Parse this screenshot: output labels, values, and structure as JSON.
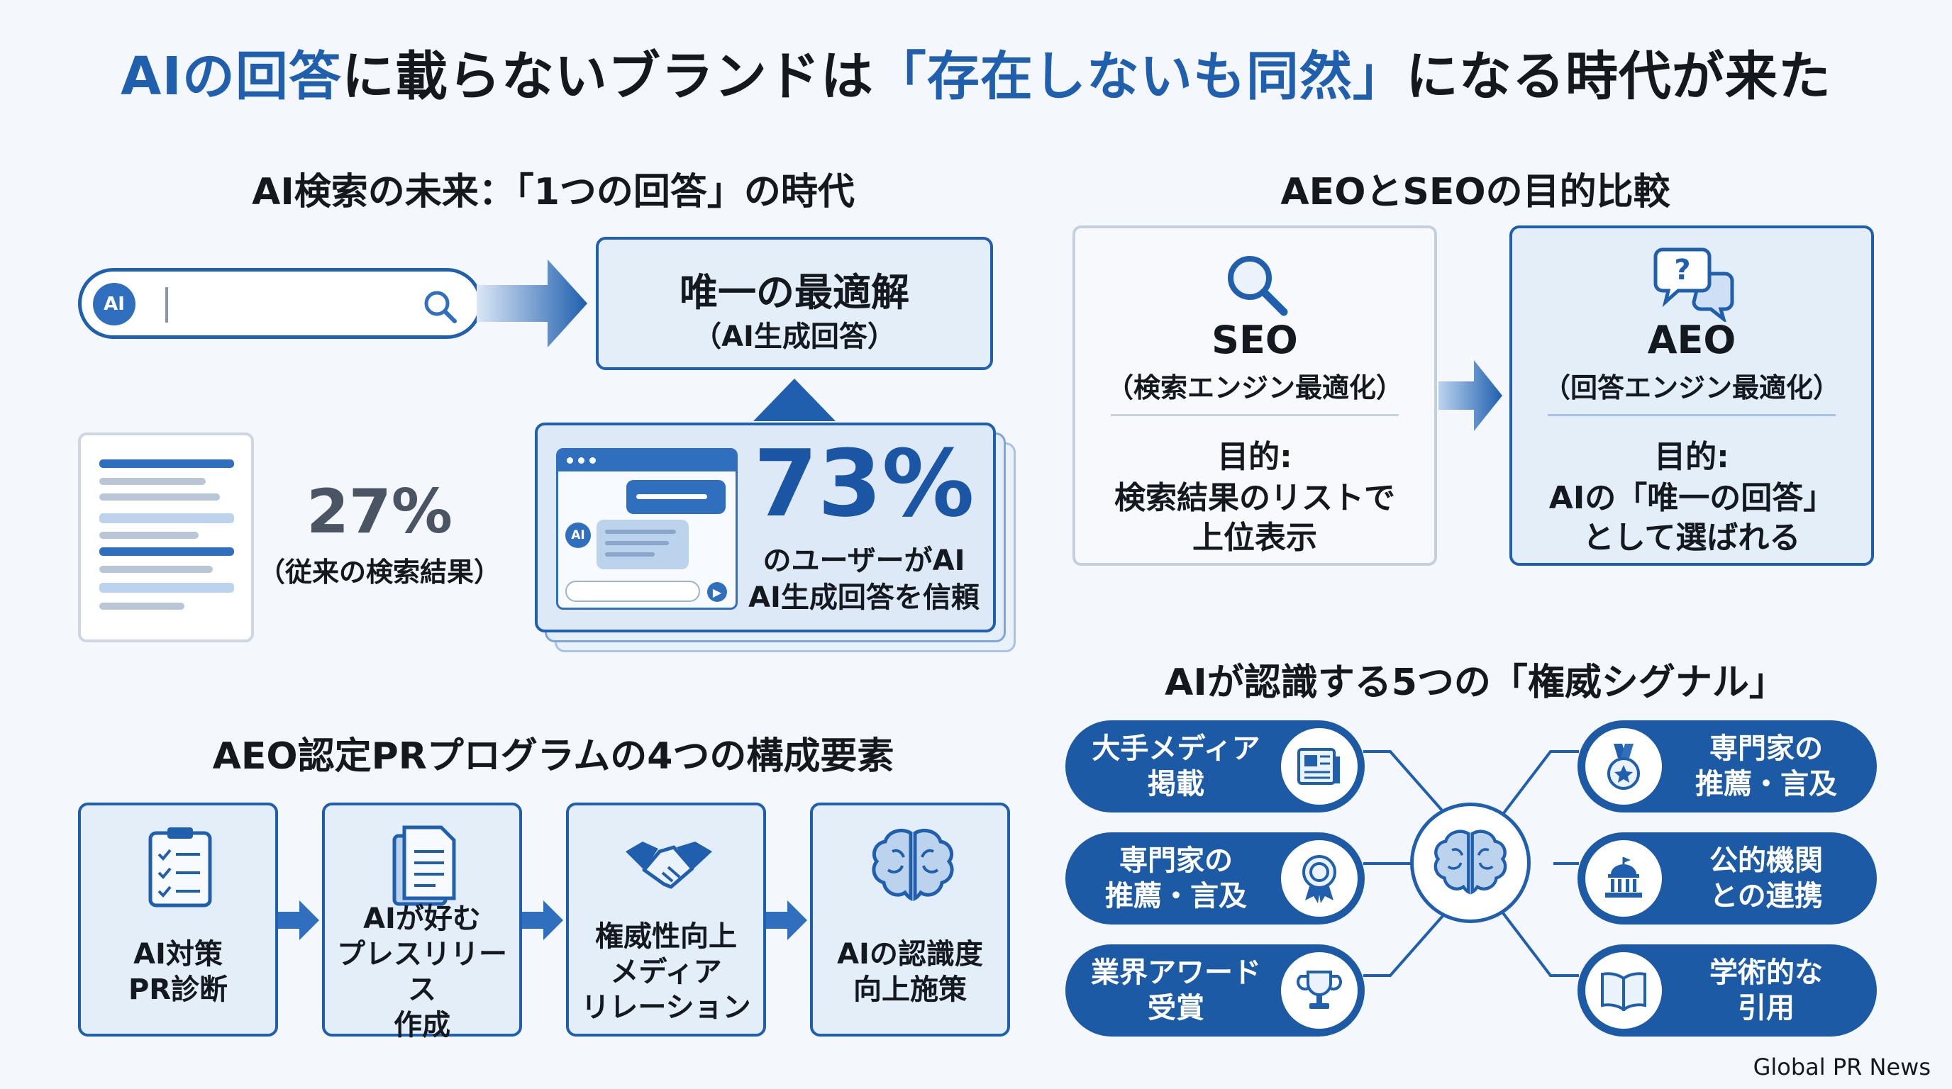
{
  "title": {
    "part1": "AIの回答",
    "part2": "に載らないブランドは",
    "part3": "「存在しないも同然」",
    "part4": "になる時代が来た"
  },
  "future": {
    "heading": "AI検索の未来：「1つの回答」の時代",
    "search_ai_badge": "AI",
    "best_answer_title": "唯一の最適解",
    "best_answer_sub": "（AI生成回答）",
    "traditional_percent": "27%",
    "traditional_label": "（従来の検索結果）",
    "chat_ai_badge": "AI",
    "trust_percent": "73%",
    "trust_line1": "のユーザーがAI",
    "trust_line2": "AI生成回答を信頼"
  },
  "chart_data": {
    "type": "table",
    "title": "AI検索の未来：「1つの回答」の時代",
    "categories": [
      "（従来の検索結果）",
      "AI生成回答を信頼"
    ],
    "values": [
      27,
      73
    ],
    "unit": "%"
  },
  "compare": {
    "heading": "AEOとSEOの目的比較",
    "seo_title": "SEO",
    "seo_sub": "（検索エンジン最適化）",
    "seo_purpose_label": "目的:",
    "seo_purpose_line1": "検索結果のリストで",
    "seo_purpose_line2": "上位表示",
    "aeo_title": "AEO",
    "aeo_sub": "（回答エンジン最適化）",
    "aeo_purpose_label": "目的:",
    "aeo_purpose_line1": "AIの「唯一の回答」",
    "aeo_purpose_line2": "として選ばれる"
  },
  "program": {
    "heading": "AEO認定PRプログラムの4つの構成要素",
    "items": [
      {
        "line1": "AI対策",
        "line2": "PR診断",
        "line3": "",
        "icon": "clipboard-checklist-icon"
      },
      {
        "line1": "AIが好む",
        "line2": "プレスリリース",
        "line3": "作成",
        "icon": "document-icon"
      },
      {
        "line1": "権威性向上",
        "line2": "メディア",
        "line3": "リレーション",
        "icon": "handshake-icon"
      },
      {
        "line1": "AIの認識度",
        "line2": "向上施策",
        "line3": "",
        "icon": "brain-icon"
      }
    ]
  },
  "signals": {
    "heading": "AIが認識する5つの「権威シグナル」",
    "left": [
      {
        "line1": "大手メディア",
        "line2": "掲載",
        "icon": "newspaper-icon"
      },
      {
        "line1": "専門家の",
        "line2": "推薦・言及",
        "icon": "award-ribbon-icon"
      },
      {
        "line1": "業界アワード",
        "line2": "受賞",
        "icon": "trophy-icon"
      }
    ],
    "right": [
      {
        "line1": "専門家の",
        "line2": "推薦・言及",
        "icon": "medal-icon"
      },
      {
        "line1": "公的機関",
        "line2": "との連携",
        "icon": "government-building-icon"
      },
      {
        "line1": "学術的な",
        "line2": "引用",
        "icon": "open-book-icon"
      }
    ],
    "center_icon": "brain-icon"
  },
  "footer": {
    "credit": "Global PR News"
  },
  "colors": {
    "accent": "#1f5fae",
    "pill": "#1d5aa6",
    "card_bg": "#e4eef9",
    "background": "#f4f7fb"
  }
}
